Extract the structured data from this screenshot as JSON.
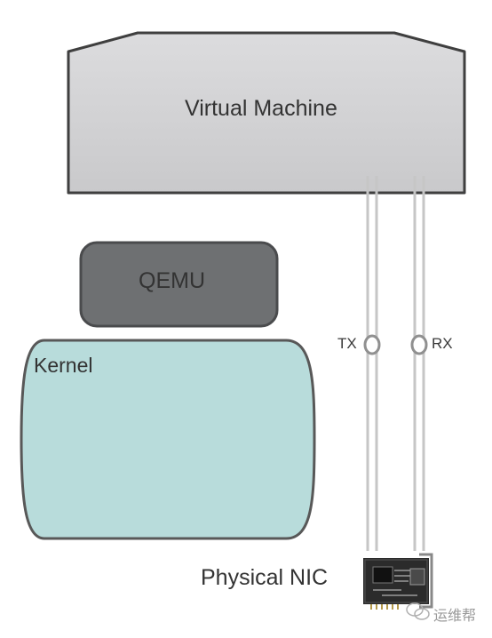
{
  "diagram": {
    "virtual_machine": {
      "label": "Virtual Machine"
    },
    "qemu": {
      "label": "QEMU"
    },
    "kernel": {
      "label": "Kernel"
    },
    "channels": {
      "tx_label": "TX",
      "rx_label": "RX"
    },
    "nic": {
      "label": "Physical NIC"
    },
    "watermark": {
      "text": "运维帮",
      "icon": "wechat-icon"
    }
  },
  "colors": {
    "vm_fill": "#d4d4d6",
    "vm_stroke": "#3f3f3f",
    "qemu_fill": "#6e7072",
    "kernel_fill": "#b8dcdb",
    "line": "#c9c9c9",
    "nic_body": "#2b2b2b"
  }
}
